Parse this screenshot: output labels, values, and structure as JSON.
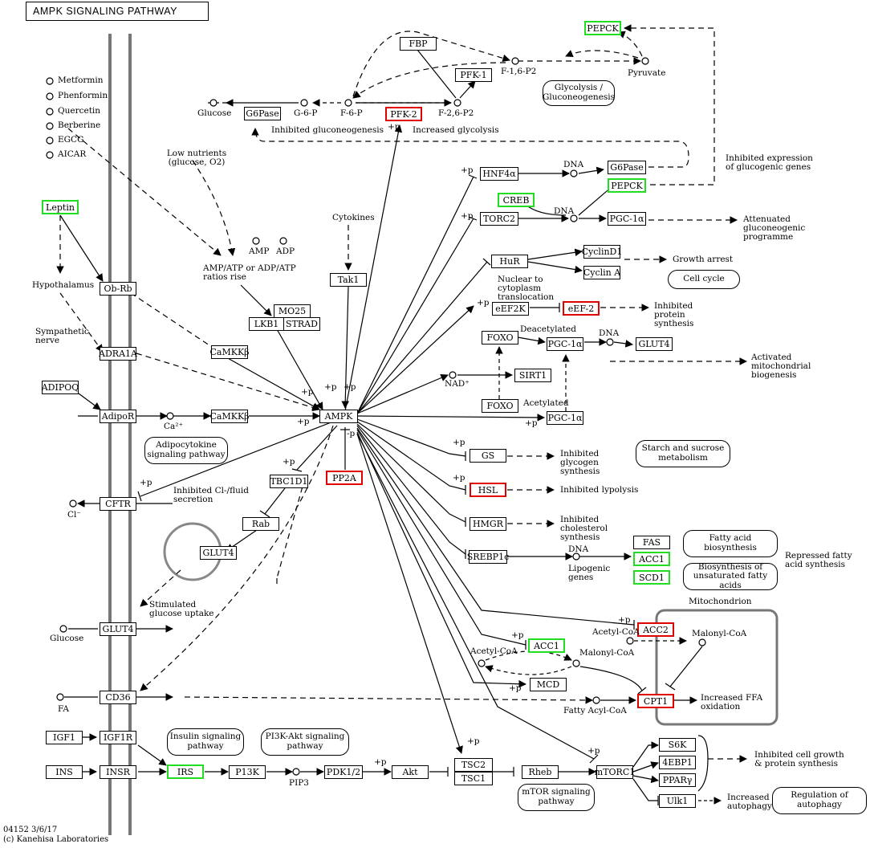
{
  "title": "AMPK SIGNALING PATHWAY",
  "footer": {
    "id": "04152 3/6/17",
    "copyright": "(c) Kanehisa Laboratories"
  },
  "colors": {
    "red_outline": "#e00000",
    "green_outline": "#22dd22",
    "membrane": "#777777"
  },
  "activators": [
    "Metformin",
    "Phenformin",
    "Quercetin",
    "Berberine",
    "EGCG",
    "AICAR"
  ],
  "nodes": {
    "leptin": "Leptin",
    "obrb": "Ob-Rb",
    "adra1a": "ADRA1A",
    "adipoq": "ADIPOQ",
    "adipor": "AdipoR",
    "cftr": "CFTR",
    "glut4_mem": "GLUT4",
    "cd36": "CD36",
    "igf1": "IGF1",
    "igf1r": "IGF1R",
    "ins": "INS",
    "insr": "INSR",
    "irs": "IRS",
    "pi3k": "P13K",
    "pdk12": "PDK1/2",
    "akt": "Akt",
    "tsc2": "TSC2",
    "tsc1": "TSC1",
    "rheb": "Rheb",
    "mtorc1": "mTORC1",
    "s6k": "S6K",
    "ebp1": "4EBP1",
    "ppary": "PPARγ",
    "ulk1": "Ulk1",
    "camkkb1": "CaMKKβ",
    "camkkb2": "CaMKKβ",
    "mo25": "MO25",
    "lkb1": "LKB1",
    "strad": "STRAD",
    "tak1": "Tak1",
    "ampk": "AMPK",
    "pp2a": "PP2A",
    "tbc1d1": "TBC1D1",
    "rab": "Rab",
    "glut4_ves": "GLUT4",
    "g6pase_top": "G6Pase",
    "fbp": "FBP",
    "pfk1": "PFK-1",
    "pfk2": "PFK-2",
    "pepck_top": "PEPCK",
    "hnf4a": "HNF4α",
    "creb": "CREB",
    "torc2": "TORC2",
    "g6pase_r": "G6Pase",
    "pepck_r": "PEPCK",
    "pgc1a_1": "PGC-1α",
    "hur": "HuR",
    "cyclind1": "CyclinD1",
    "cyclina": "Cyclin A",
    "eef2k": "eEF2K",
    "eef2": "eEF-2",
    "foxo1": "FOXO",
    "foxo2": "FOXO",
    "pgc1a_2": "PGC-1α",
    "glut4_r": "GLUT4",
    "sirt1": "SIRT1",
    "pgc1a_3": "PGC-1α",
    "gs": "GS",
    "hsl": "HSL",
    "hmgr": "HMGR",
    "srebp1c": "SREBP1c",
    "fas": "FAS",
    "acc1_r": "ACC1",
    "scd1": "SCD1",
    "acc2": "ACC2",
    "acc1_m": "ACC1",
    "mcd": "MCD",
    "cpt1": "CPT1"
  },
  "pathways": {
    "glycolysis": "Glycolysis / Gluconeogenesis",
    "cell_cycle": "Cell cycle",
    "starch": "Starch and sucrose metabolism",
    "fa_bio": "Fatty acid biosynthesis",
    "unsat": "Biosynthesis of unsaturated fatty acids",
    "adipocytokine": "Adipocytokine signaling pathway",
    "insulin": "Insulin signaling pathway",
    "pi3k_akt": "PI3K-Akt signaling pathway",
    "mtor": "mTOR signaling pathway",
    "autophagy": "Regulation of autophagy"
  },
  "labels": {
    "glucose_top": "Glucose",
    "g6p": "G-6-P",
    "f6p": "F-6-P",
    "f16p2": "F-1,6-P2",
    "f26p2": "F-2,6-P2",
    "pyruvate": "Pyruvate",
    "inhib_gluconeo": "Inhibited gluconeogenesis",
    "inc_glycolysis": "Increased glycolysis",
    "low_nutrients": "Low nutrients (glucose, O2)",
    "amp": "AMP",
    "adp": "ADP",
    "ratios": "AMP/ATP or ADP/ATP ratios rise",
    "cytokines": "Cytokines",
    "hypothalamus": "Hypothalamus",
    "sympathetic": "Sympathetic nerve",
    "ca": "Ca²⁺",
    "cl": "Cl⁻",
    "inhibited_cl": "Inhibited Cl-/fluid secretion",
    "stim_glucose": "Stimulated glucose uptake",
    "glucose_left": "Glucose",
    "fa": "FA",
    "pip3": "PIP3",
    "dna1": "DNA",
    "dna2": "DNA",
    "dna3": "DNA",
    "dna4": "DNA",
    "inhib_expr": "Inhibited expression of glucogenic genes",
    "attenuated": "Attenuated gluconeogenic programme",
    "growth_arrest": "Growth arrest",
    "nuclear": "Nuclear to cytoplasm translocation",
    "inhib_protein": "Inhibited protein synthesis",
    "deacetylated": "Deacetylated",
    "acetylated": "Acetylated",
    "nad": "NAD⁺",
    "activated_mito": "Activated mitochondrial biogenesis",
    "inhib_glycogen": "Inhibited glycogen synthesis",
    "inhib_lipolysis": "Inhibited lypolysis",
    "inhib_chol": "Inhibited cholesterol synthesis",
    "lipogenic": "Lipogenic genes",
    "repressed": "Repressed fatty acid synthesis",
    "mitochondrion": "Mitochondrion",
    "acetylcoa1": "Acetyl-CoA",
    "acetylcoa2": "Acetyl-CoA",
    "malonyl1": "Malonyl-CoA",
    "malonyl2": "Malonyl-CoA",
    "fattyacyl": "Fatty Acyl-CoA",
    "increased_ffa": "Increased FFA oxidation",
    "inhib_cell": "Inhibited cell growth & protein synthesis",
    "increased_autophagy": "Increased autophagy",
    "p": "+p",
    "minus_p": "-p"
  }
}
